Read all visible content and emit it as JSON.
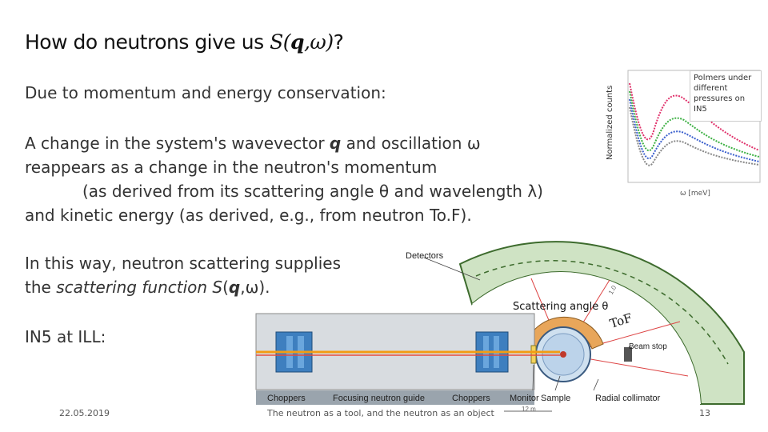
{
  "slide": {
    "title_prefix": "How do neutrons give us ",
    "title_S": "S",
    "title_paren_open": "(",
    "title_q": "q",
    "title_comma_omega": ",ω",
    "title_paren_close": ")",
    "title_suffix": "?",
    "line1": "Due to momentum and energy conservation:",
    "line2a": "A change in the system's wavevector ",
    "line2_q": "q",
    "line2b": " and oscillation ω",
    "line3": "reappears as a change in the neutron's momentum",
    "line4": "(as derived from its scattering angle θ and wavelength λ)",
    "line5": "and kinetic energy (as derived, e.g., from neutron To.F).",
    "line6": "In this way, neutron scattering supplies",
    "line7a": "the ",
    "line7_italic": "scattering function S",
    "line7_paren": "(",
    "line7_q": "q",
    "line7_end": ",ω).",
    "line8": "IN5 at ILL:"
  },
  "plot": {
    "ylabel": "Normalized counts",
    "xlabel": "ω [meV]",
    "legend_l1": "Polmers under",
    "legend_l2": "different",
    "legend_l3": "pressures on IN5",
    "colors": [
      "#e0306a",
      "#3cb043",
      "#3a5fcd",
      "#888888"
    ]
  },
  "diagram": {
    "detectors": "Detectors",
    "scattering_angle": "Scattering angle θ",
    "tof": "ToF",
    "beam_stop": "Beam stop",
    "choppers_left": "Choppers",
    "focusing_guide": "Focusing neutron guide",
    "choppers_right": "Choppers",
    "monitor": "Monitor",
    "sample": "Sample",
    "radial_collimator": "Radial collimator",
    "scale": "12 m",
    "angle_mark": "1.0"
  },
  "footer": {
    "date": "22.05.2019",
    "center": "The neutron as a tool, and the neutron as an object",
    "page": "13"
  }
}
